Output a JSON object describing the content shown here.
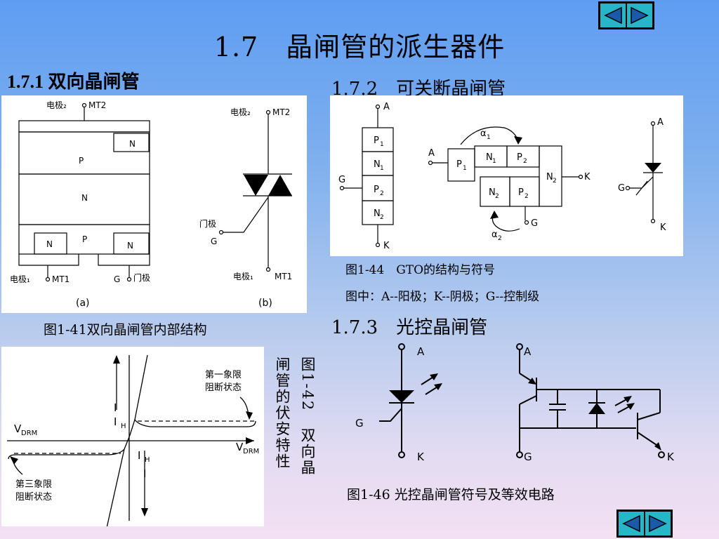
{
  "slide": {
    "title": "1.7　晶闸管的派生器件",
    "nav": {
      "prev_label": "previous-slide",
      "next_label": "next-slide"
    }
  },
  "sections": {
    "s1": "1.7.1 双向晶闸管",
    "s2": "1.7.2　可关断晶闸管",
    "s3": "1.7.3　光控晶闸管"
  },
  "fig41": {
    "caption": "图1-41双向晶闸管内部结构",
    "electrode2": "电极₂",
    "mt2": "MT2",
    "electrode1": "电极₁",
    "mt1": "MT1",
    "gate": "门极",
    "g": "G",
    "p": "P",
    "n": "N",
    "a": "(a)",
    "b": "(b)"
  },
  "fig42": {
    "caption_col1": "图1-42　双向晶",
    "caption_col2": "闸管的伏安特性",
    "q1": "第一象限",
    "q1b": "阻断状态",
    "q3": "第三象限",
    "q3b": "阻断状态",
    "i": "I",
    "ih": "I",
    "h": "H",
    "vdrm": "V",
    "drm": "DRM"
  },
  "fig44": {
    "caption": "图1-44　GTO的结构与符号",
    "note": "图中：A--阳极；K--阴极；G--控制级",
    "a": "A",
    "k": "K",
    "g": "G",
    "p": "P",
    "n": "N",
    "sub1": "1",
    "sub2": "2",
    "alpha": "α"
  },
  "fig46": {
    "caption": "图1-46 光控晶闸管符号及等效电路",
    "a": "A",
    "k": "K",
    "g": "G"
  }
}
